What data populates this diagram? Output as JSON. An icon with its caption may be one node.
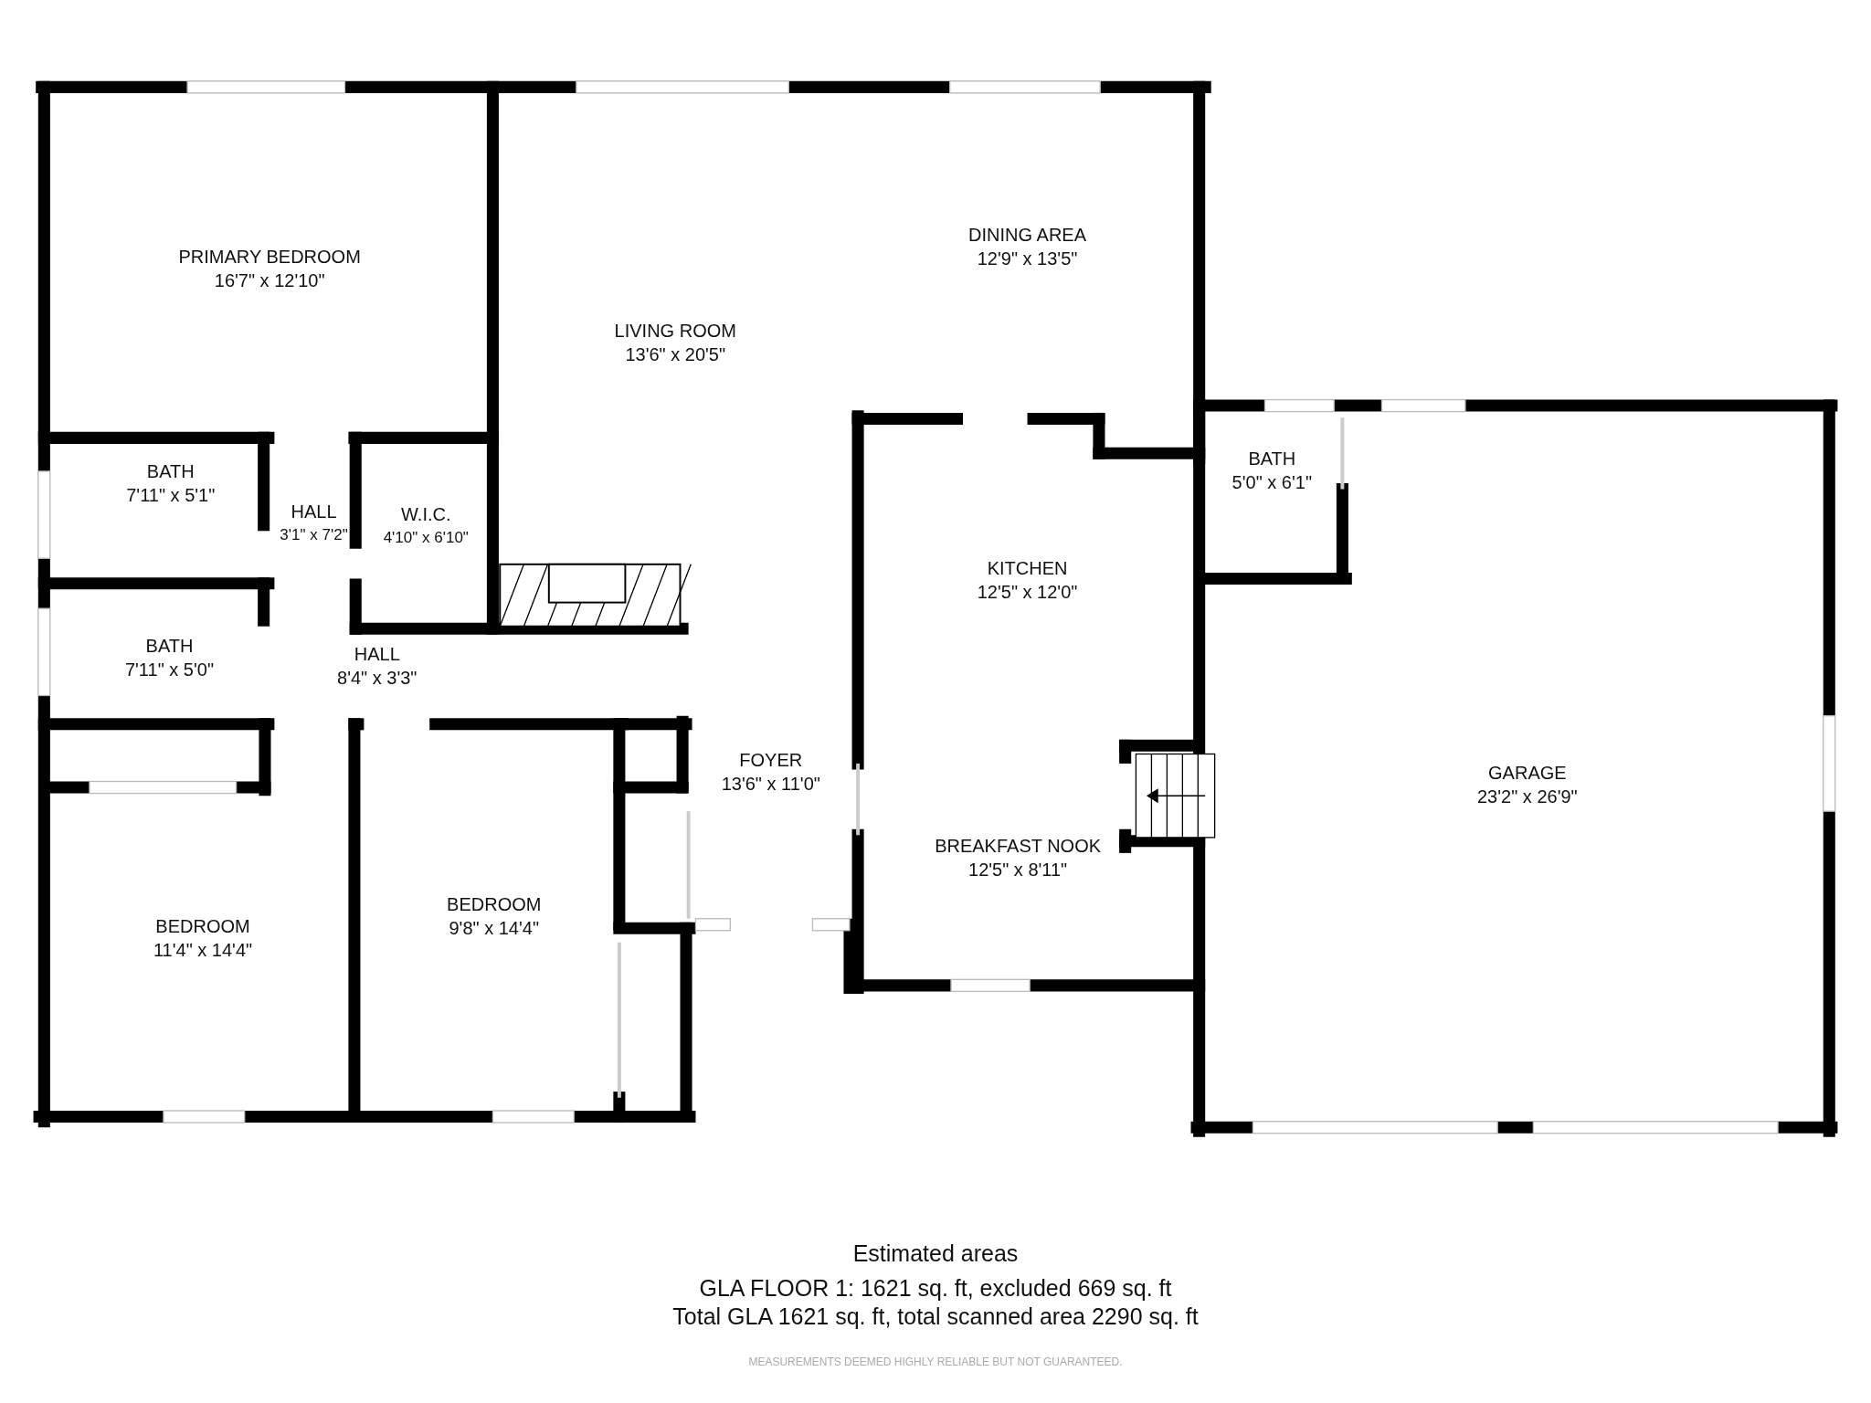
{
  "diagram": {
    "labels": [
      "DINING AREA",
      "12'9\" x 13'5\"",
      "PRIMARY BEDROOM",
      "16'7\" x 12'10\"",
      "LIVING ROOM",
      "13'6\" x 20'5\"",
      "BATH",
      "5'0\" x 6'1\"",
      "BATH",
      "7'11\" x 5'1\"",
      "HALL",
      "3'1\" x 7'2\"",
      "W.I.C.",
      "4'10\" x 6'10\"",
      "KITCHEN",
      "12'5\" x 12'0\"",
      "BATH",
      "7'11\" x 5'0\"",
      "HALL",
      "8'4\" x 3'3\"",
      "FOYER",
      "13'6\" x 11'0\"",
      "GARAGE",
      "23'2\" x 26'9\"",
      "BREAKFAST NOOK",
      "12'5\" x 8'11\"",
      "BEDROOM",
      "9'8\" x 14'4\"",
      "BEDROOM",
      "11'4\" x 14'4\"",
      "Estimated areas",
      "GLA FLOOR 1: 1621 sq. ft, excluded 669 sq. ft",
      "Total GLA 1621 sq. ft, total scanned area 2290 sq. ft",
      "MEASUREMENTS DEEMED HIGHLY RELIABLE BUT NOT GUARANTEED."
    ]
  }
}
